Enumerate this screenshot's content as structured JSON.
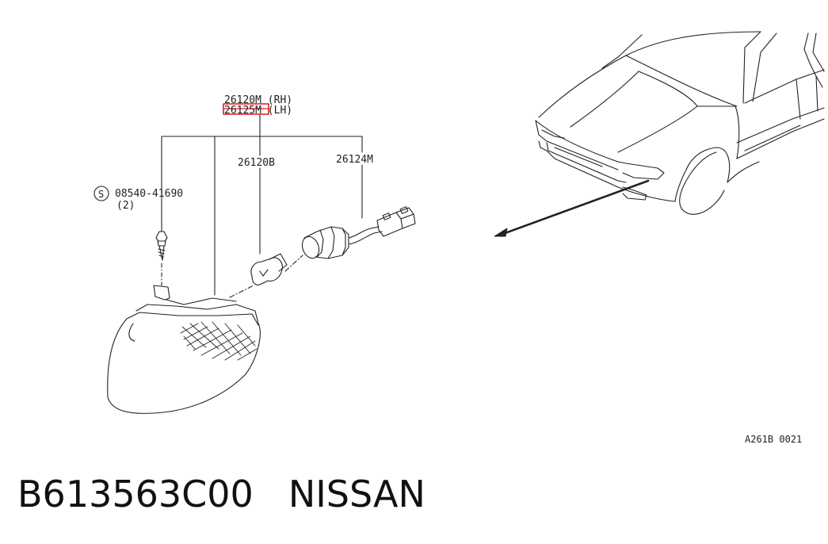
{
  "labels": {
    "part_rh": "26120M (RH)",
    "part_lh": "26125M (LH)",
    "bulb": "26120B",
    "socket": "26124M",
    "screw_symbol": "S",
    "screw": "08540-41690",
    "screw_qty": "(2)",
    "diagram_code": "A261B 0021"
  },
  "footer": {
    "part_number": "B613563C00",
    "brand": "NISSAN"
  },
  "colors": {
    "line": "#222222",
    "highlight": "#e0191d",
    "background": "#ffffff"
  }
}
